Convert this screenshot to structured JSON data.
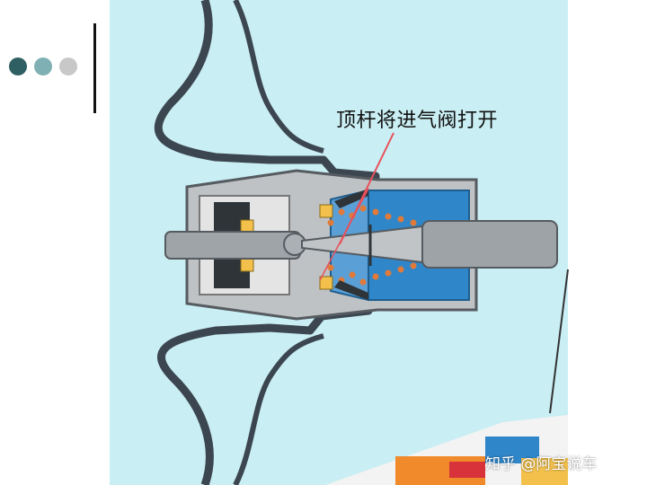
{
  "slide": {
    "dots": [
      {
        "name": "dot-dark",
        "color": "#2f5f63"
      },
      {
        "name": "dot-mid",
        "color": "#7fb0b3"
      },
      {
        "name": "dot-light",
        "color": "#c8c8c8"
      }
    ]
  },
  "diagram": {
    "callout_text": "顶杆将进气阀打开",
    "callout_color": "#e8505b",
    "colors": {
      "chamber": "#c9eef3",
      "housing": "#3c4650",
      "valve_body": "#2f86c9",
      "metal_light": "#d6d6d6",
      "spring": "#e07a3a",
      "seal": "#f2c04b"
    }
  },
  "watermark": {
    "text": "知乎 @阿宝说车"
  }
}
